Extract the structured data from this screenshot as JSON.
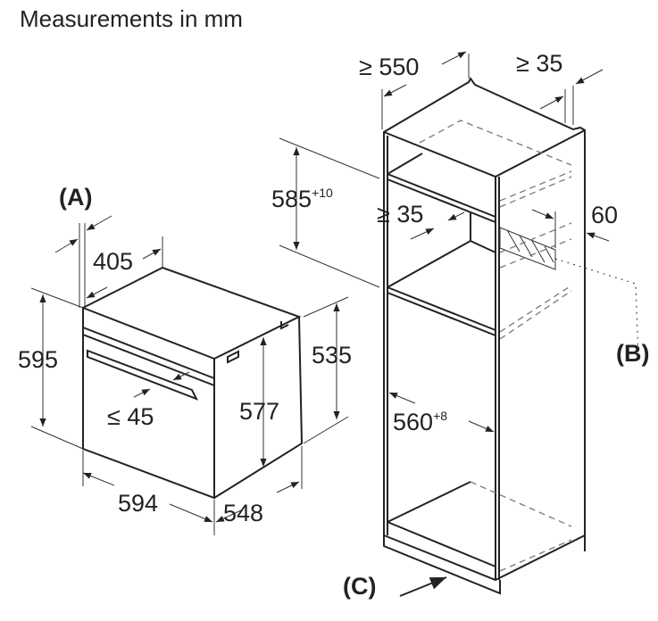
{
  "title": "Measurements in mm",
  "oven": {
    "label_a": "(A)",
    "depth_front": "405",
    "height": "595",
    "handle": "≤ 45",
    "inner_height": "577",
    "side_height": "535",
    "width": "594",
    "depth": "548"
  },
  "cabinet": {
    "depth": "≥ 550",
    "rear_gap": "≥ 35",
    "niche_height": "585",
    "niche_height_tol": "+10",
    "shelf_gap": "≥ 35",
    "vent": "60",
    "label_b": "(B)",
    "niche_width": "560",
    "niche_width_tol": "+8",
    "label_c": "(C)"
  }
}
